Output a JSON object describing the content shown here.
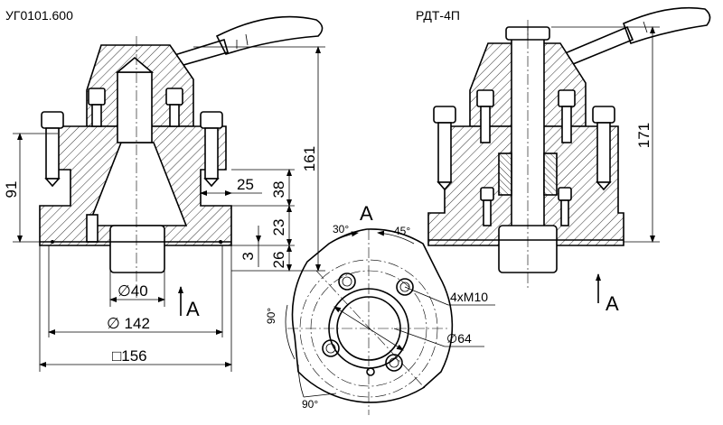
{
  "left_view": {
    "code": "УГ0101.600",
    "dims": {
      "h161": "161",
      "h91": "91",
      "w25": "25",
      "h38": "38",
      "h23": "23",
      "h3": "3",
      "h26": "26",
      "d40": "∅40",
      "d142": "∅ 142",
      "sq156": "□156"
    },
    "view_letter": "A"
  },
  "right_view": {
    "code": "РДТ-4П",
    "dims": {
      "h171": "171"
    },
    "view_letter": "A"
  },
  "view_a": {
    "title": "A",
    "angles": {
      "a30": "30°",
      "a45": "45°",
      "a90_left": "90°",
      "a90_bottom": "90°"
    },
    "thread": "4xM10",
    "d64": "∅64"
  }
}
